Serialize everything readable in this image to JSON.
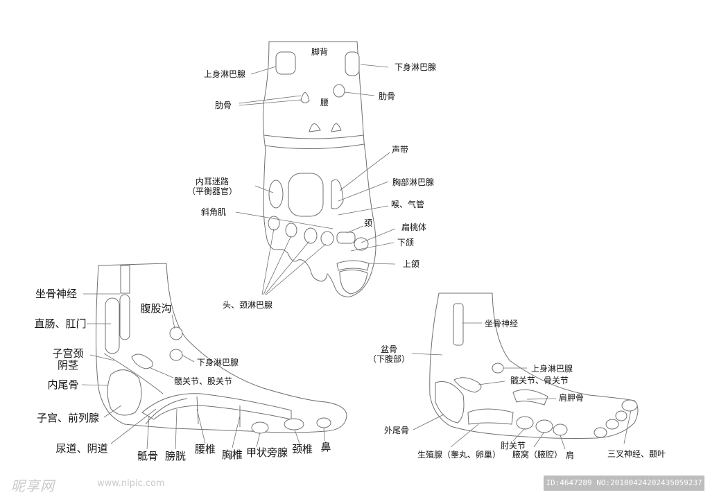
{
  "top_view": {
    "jiaobei": "脚背",
    "shangshen_linbaxian": "上身淋巴腺",
    "xiashen_linbaxian": "下身淋巴腺",
    "leigu_left": "肋骨",
    "leigu_right": "肋骨",
    "yao": "腰",
    "shengdai": "声带",
    "neier_line1": "内耳迷路",
    "neier_line2": "（平衡器官）",
    "xiongbu_linbaxian": "胸部淋巴腺",
    "hou_qiguan": "喉、气管",
    "xiejiaoji": "斜角肌",
    "jing": "颈",
    "biantaoti": "扁桃体",
    "xiahe": "下颌",
    "shanghe": "上颌",
    "tou_jing_linbaxian": "头、颈淋巴腺"
  },
  "inner_view": {
    "zuogu_shenjing": "坐骨神经",
    "fugugou": "腹股沟",
    "zhichang_gangmen": "直肠、肛门",
    "zigongjing": "子宫颈",
    "yinjing": "阴茎",
    "xiashen_linbaxian": "下身淋巴腺",
    "neiweigu": "内尾骨",
    "kuanguanjie": "髋关节、股关节",
    "zigong_qianliexian": "子宫、前列腺",
    "niaodao_yindao": "尿道、阴道",
    "digu": "骶骨",
    "pangguang": "膀胱",
    "yaozhui": "腰椎",
    "xiongzhui": "胸椎",
    "jiazhuangpangxian": "甲状旁腺",
    "jingzhui": "颈椎",
    "bi": "鼻"
  },
  "outer_view": {
    "zuogu_shenjing": "坐骨神经",
    "pengu_line1": "盆骨",
    "pengu_line2": "（下腹部）",
    "shangshen_linbaxian": "上身淋巴腺",
    "kuanguanjie": "髋关节、骨关节",
    "jianjiagu": "肩胛骨",
    "waiweigu": "外尾骨",
    "zhouguanjie": "肘关节",
    "shengzhixian": "生殖腺（睾丸、卵巢）",
    "yewo": "腋窝（腋腔）",
    "jian": "肩",
    "sancha": "三叉神经、颞叶"
  },
  "watermark": {
    "logo": "昵享网",
    "url": "www.nipic.com",
    "id": "ID:4647289 NO:20100424202435059237"
  }
}
